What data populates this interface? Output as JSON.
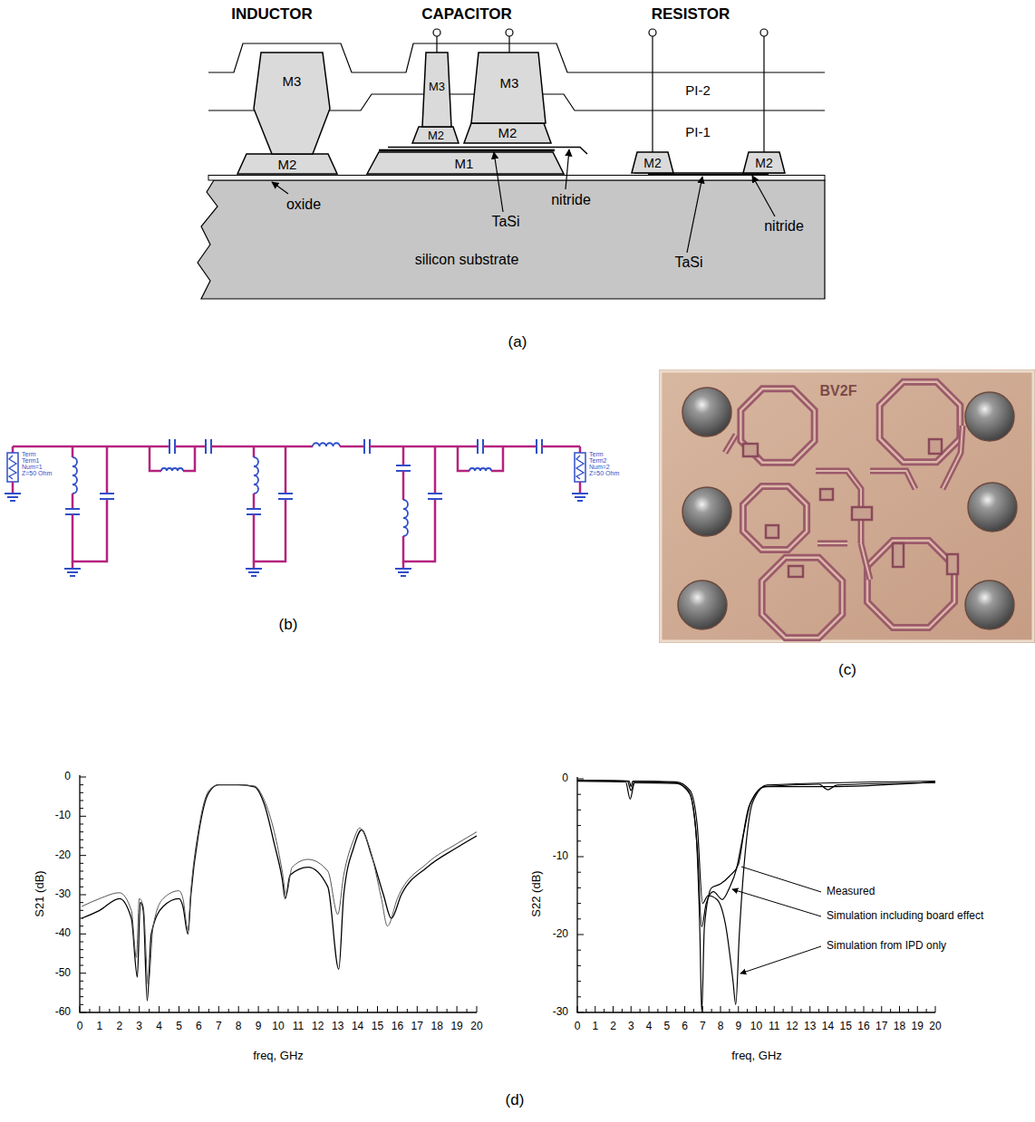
{
  "diagram": {
    "labels": [
      "INDUCTOR",
      "CAPACITOR",
      "RESISTOR",
      "M3",
      "M3",
      "M3",
      "PI-2",
      "M2",
      "M2",
      "PI-1",
      "M2",
      "M1",
      "M2",
      "M2",
      "oxide",
      "TaSi",
      "nitride",
      "TaSi",
      "nitride",
      "silicon substrate",
      "(a)",
      "Term",
      "Term1",
      "Num=1",
      "Z=50 Ohm",
      "Term",
      "Term2",
      "Num=2",
      "Z=50 Ohm",
      "(b)",
      "BV2F",
      "(c)",
      "0",
      "-10",
      "-20",
      "-30",
      "-40",
      "-50",
      "-60",
      "0",
      "1",
      "2",
      "3",
      "4",
      "5",
      "6",
      "7",
      "8",
      "9",
      "10",
      "11",
      "12",
      "13",
      "14",
      "15",
      "16",
      "17",
      "18",
      "19",
      "20",
      "S21 (dB)",
      "freq, GHz",
      "0",
      "-10",
      "-20",
      "-30",
      "0",
      "1",
      "2",
      "3",
      "4",
      "5",
      "6",
      "7",
      "8",
      "9",
      "10",
      "11",
      "12",
      "13",
      "14",
      "15",
      "16",
      "17",
      "18",
      "19",
      "20",
      "S22 (dB)",
      "freq, GHz",
      "Measured",
      "Simulation including board effect",
      "Simulation from IPD only",
      "(d)"
    ]
  }
}
